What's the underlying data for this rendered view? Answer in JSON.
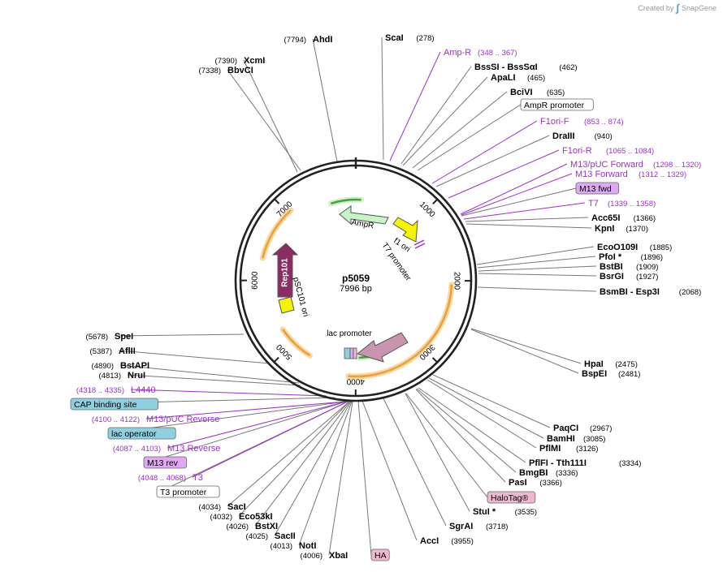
{
  "branding": {
    "created_by": "Created by",
    "app": "SnapGene"
  },
  "plasmid": {
    "name": "p5059",
    "size": "7996 bp",
    "total_bp": 7996
  },
  "ticks": [
    "1000",
    "2000",
    "3000",
    "4000",
    "5000",
    "6000",
    "7000"
  ],
  "colors": {
    "enzyme": "#000000",
    "primer": "#9b30c8",
    "line": "#777777",
    "primer_line": "#9b30c8",
    "orange": "#f0a030",
    "green": "#3fa33f",
    "yellow": "#f5f500",
    "lightgreen": "#c6f5c6",
    "maroon": "#8b2d62",
    "mauve": "#c994b0",
    "cyan": "#8ed0e0",
    "lilac": "#dda9f0",
    "pink": "#f0b8d0"
  },
  "features": [
    {
      "name": "AmpR",
      "type": "arrow",
      "color": "lightgreen"
    },
    {
      "name": "f1 ori",
      "type": "arrow",
      "color": "yellow"
    },
    {
      "name": "T7 promoter",
      "type": "label"
    },
    {
      "name": "Rep101",
      "type": "arrow",
      "color": "maroon"
    },
    {
      "name": "pSC101 ori",
      "type": "box",
      "color": "yellow"
    },
    {
      "name": "lac promoter",
      "type": "arrow",
      "color": "mauve"
    }
  ],
  "labels": [
    {
      "pos": "(7794)",
      "name": "AhdI",
      "kind": "enzyme",
      "side": "L"
    },
    {
      "pos": "(278)",
      "name": "ScaI",
      "kind": "enzyme",
      "side": "R"
    },
    {
      "pos": "(7390)",
      "name": "XcmI",
      "kind": "enzyme",
      "side": "L"
    },
    {
      "pos": "(7338)",
      "name": "BbvCI",
      "kind": "enzyme",
      "side": "L"
    },
    {
      "pos": "(348 .. 367)",
      "name": "Amp-R",
      "kind": "primer",
      "side": "R"
    },
    {
      "pos": "(462)",
      "name": "BssSI - BssSαI",
      "kind": "enzyme",
      "side": "R"
    },
    {
      "pos": "(465)",
      "name": "ApaLI",
      "kind": "enzyme",
      "side": "R"
    },
    {
      "pos": "(635)",
      "name": "BciVI",
      "kind": "enzyme",
      "side": "R"
    },
    {
      "pos": "",
      "name": "AmpR promoter",
      "kind": "boxwhite",
      "side": "R"
    },
    {
      "pos": "(853 .. 874)",
      "name": "F1ori-F",
      "kind": "primer",
      "side": "R"
    },
    {
      "pos": "(940)",
      "name": "DraIII",
      "kind": "enzyme",
      "side": "R"
    },
    {
      "pos": "(1065 .. 1084)",
      "name": "F1ori-R",
      "kind": "primer",
      "side": "R"
    },
    {
      "pos": "(1298 .. 1320)",
      "name": "M13/pUC Forward",
      "kind": "primer",
      "side": "R"
    },
    {
      "pos": "(1312 .. 1329)",
      "name": "M13 Forward",
      "kind": "primer",
      "side": "R"
    },
    {
      "pos": "",
      "name": "M13 fwd",
      "kind": "boxlilac",
      "side": "R"
    },
    {
      "pos": "(1339 .. 1358)",
      "name": "T7",
      "kind": "primer",
      "side": "R"
    },
    {
      "pos": "(1366)",
      "name": "Acc65I",
      "kind": "enzyme",
      "side": "R"
    },
    {
      "pos": "(1370)",
      "name": "KpnI",
      "kind": "enzyme",
      "side": "R"
    },
    {
      "pos": "(1885)",
      "name": "EcoO109I",
      "kind": "enzyme",
      "side": "R"
    },
    {
      "pos": "(1896)",
      "name": "PfoI *",
      "kind": "enzyme",
      "side": "R"
    },
    {
      "pos": "(1909)",
      "name": "BstBI",
      "kind": "enzyme",
      "side": "R"
    },
    {
      "pos": "(1927)",
      "name": "BsrGI",
      "kind": "enzyme",
      "side": "R"
    },
    {
      "pos": "(2068)",
      "name": "BsmBI - Esp3I",
      "kind": "enzyme",
      "side": "R"
    },
    {
      "pos": "(2475)",
      "name": "HpaI",
      "kind": "enzyme",
      "side": "R"
    },
    {
      "pos": "(2481)",
      "name": "BspEI",
      "kind": "enzyme",
      "side": "R"
    },
    {
      "pos": "(2967)",
      "name": "PaqCI",
      "kind": "enzyme",
      "side": "R"
    },
    {
      "pos": "(3085)",
      "name": "BamHI",
      "kind": "enzyme",
      "side": "R"
    },
    {
      "pos": "(3126)",
      "name": "PflMI",
      "kind": "enzyme",
      "side": "R"
    },
    {
      "pos": "(3334)",
      "name": "PflFI - Tth111I",
      "kind": "enzyme",
      "side": "R"
    },
    {
      "pos": "(3336)",
      "name": "BmgBI",
      "kind": "enzyme",
      "side": "R"
    },
    {
      "pos": "(3366)",
      "name": "PasI",
      "kind": "enzyme",
      "side": "R"
    },
    {
      "pos": "",
      "name": "HaloTag®",
      "kind": "boxpink",
      "side": "R"
    },
    {
      "pos": "(3535)",
      "name": "StuI *",
      "kind": "enzyme",
      "side": "R"
    },
    {
      "pos": "(3718)",
      "name": "SgrAI",
      "kind": "enzyme",
      "side": "R"
    },
    {
      "pos": "(3955)",
      "name": "AccI",
      "kind": "enzyme",
      "side": "R"
    },
    {
      "pos": "",
      "name": "HA",
      "kind": "boxpink",
      "side": "R"
    },
    {
      "pos": "(4006)",
      "name": "XbaI",
      "kind": "enzyme",
      "side": "L"
    },
    {
      "pos": "(4013)",
      "name": "NotI",
      "kind": "enzyme",
      "side": "L"
    },
    {
      "pos": "(4025)",
      "name": "SacII",
      "kind": "enzyme",
      "side": "L"
    },
    {
      "pos": "(4026)",
      "name": "BstXI",
      "kind": "enzyme",
      "side": "L"
    },
    {
      "pos": "(4032)",
      "name": "Eco53kI",
      "kind": "enzyme",
      "side": "L"
    },
    {
      "pos": "(4034)",
      "name": "SacI",
      "kind": "enzyme",
      "side": "L"
    },
    {
      "pos": "",
      "name": "T3 promoter",
      "kind": "boxwhite",
      "side": "L"
    },
    {
      "pos": "(4048 .. 4068)",
      "name": "T3",
      "kind": "primer",
      "side": "L"
    },
    {
      "pos": "",
      "name": "M13 rev",
      "kind": "boxlilac",
      "side": "L"
    },
    {
      "pos": "(4087 .. 4103)",
      "name": "M13 Reverse",
      "kind": "primer",
      "side": "L"
    },
    {
      "pos": "",
      "name": "lac operator",
      "kind": "boxcyan",
      "side": "L"
    },
    {
      "pos": "(4100 .. 4122)",
      "name": "M13/pUC Reverse",
      "kind": "primer",
      "side": "L"
    },
    {
      "pos": "",
      "name": "CAP binding site",
      "kind": "boxcyan",
      "side": "L"
    },
    {
      "pos": "(4318 .. 4335)",
      "name": "L4440",
      "kind": "primer",
      "side": "L"
    },
    {
      "pos": "(4813)",
      "name": "NruI",
      "kind": "enzyme",
      "side": "L"
    },
    {
      "pos": "(4890)",
      "name": "BstAPI",
      "kind": "enzyme",
      "side": "L"
    },
    {
      "pos": "(5387)",
      "name": "AflII",
      "kind": "enzyme",
      "side": "L"
    },
    {
      "pos": "(5678)",
      "name": "SpeI",
      "kind": "enzyme",
      "side": "L"
    }
  ]
}
